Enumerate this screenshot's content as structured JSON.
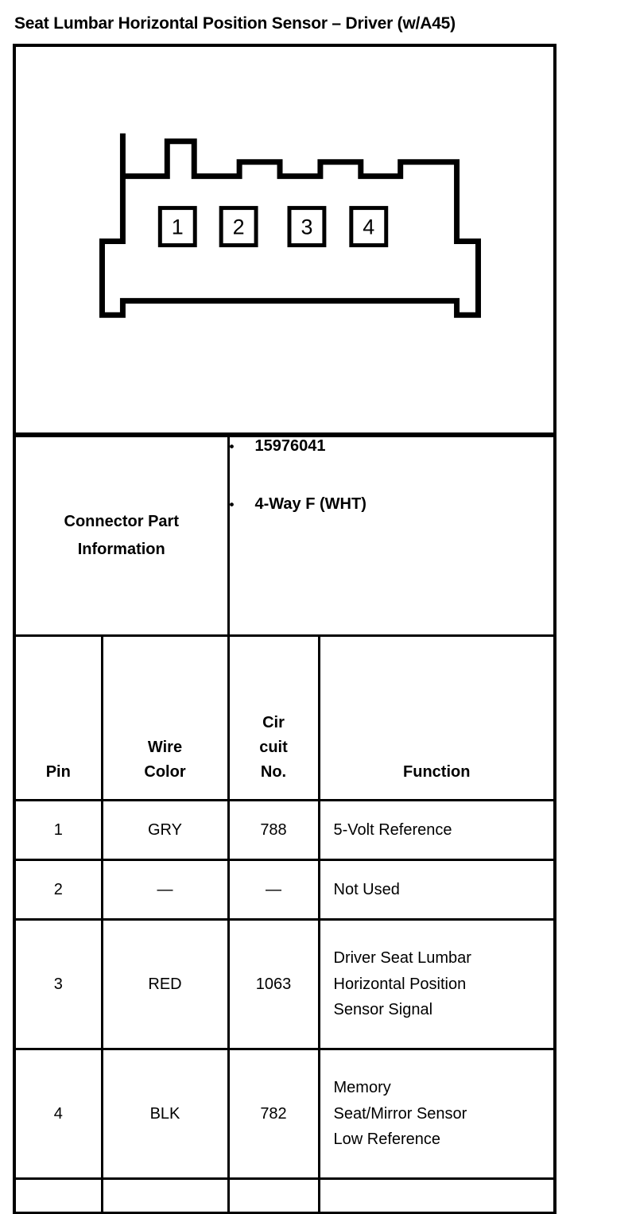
{
  "title": "Seat Lumbar Horizontal Position Sensor – Driver (w/A45)",
  "connector_diagram": {
    "name": "4-way-connector-face-view",
    "pins": [
      "1",
      "2",
      "3",
      "4"
    ]
  },
  "connector_part_information": {
    "label_line1": "Connector Part",
    "label_line2": "Information",
    "bullet_glyph": "•",
    "items": [
      "15976041",
      "4-Way F (WHT)"
    ]
  },
  "pin_table": {
    "headers": {
      "pin": "Pin",
      "wire_color_line1": "Wire",
      "wire_color_line2": "Color",
      "circuit_line1": "Cir",
      "circuit_line2": "cuit",
      "circuit_line3": "No.",
      "function": "Function"
    },
    "rows": [
      {
        "pin": "1",
        "wire_color": "GRY",
        "circuit_no": "788",
        "function_lines": [
          "5-Volt Reference"
        ]
      },
      {
        "pin": "2",
        "wire_color": "—",
        "circuit_no": "—",
        "function_lines": [
          "Not Used"
        ]
      },
      {
        "pin": "3",
        "wire_color": "RED",
        "circuit_no": "1063",
        "function_lines": [
          "Driver Seat Lumbar",
          "Horizontal Position",
          "Sensor Signal"
        ]
      },
      {
        "pin": "4",
        "wire_color": "BLK",
        "circuit_no": "782",
        "function_lines": [
          "Memory",
          "Seat/Mirror Sensor",
          "Low Reference"
        ]
      }
    ]
  },
  "colors": {
    "ink": "#000000",
    "paper": "#ffffff"
  }
}
